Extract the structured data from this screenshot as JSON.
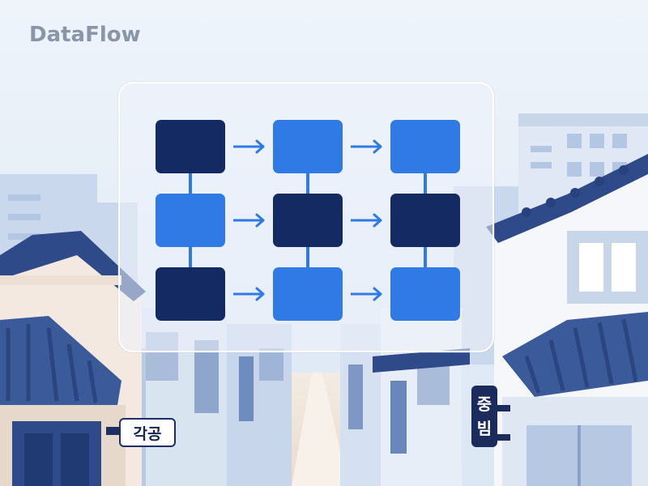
{
  "app": {
    "title": "DataFlow"
  },
  "colors": {
    "node_dark": "#142a63",
    "node_light": "#2f7ae5",
    "connector": "#2f7ae5",
    "sky": "#e6eff8",
    "roof": "#2f4a88",
    "sign_dark": "#1b2b5c"
  },
  "flow": {
    "grid": [
      [
        "dark",
        "light",
        "light"
      ],
      [
        "light",
        "dark",
        "dark"
      ],
      [
        "dark",
        "light",
        "light"
      ]
    ],
    "connections": "horizontal-arrows-and-vertical-links"
  },
  "signs": {
    "left": {
      "text": "각공"
    },
    "right": {
      "line1": "중",
      "line2": "빔"
    }
  },
  "icons": {
    "arrow": "arrow-right-icon"
  }
}
